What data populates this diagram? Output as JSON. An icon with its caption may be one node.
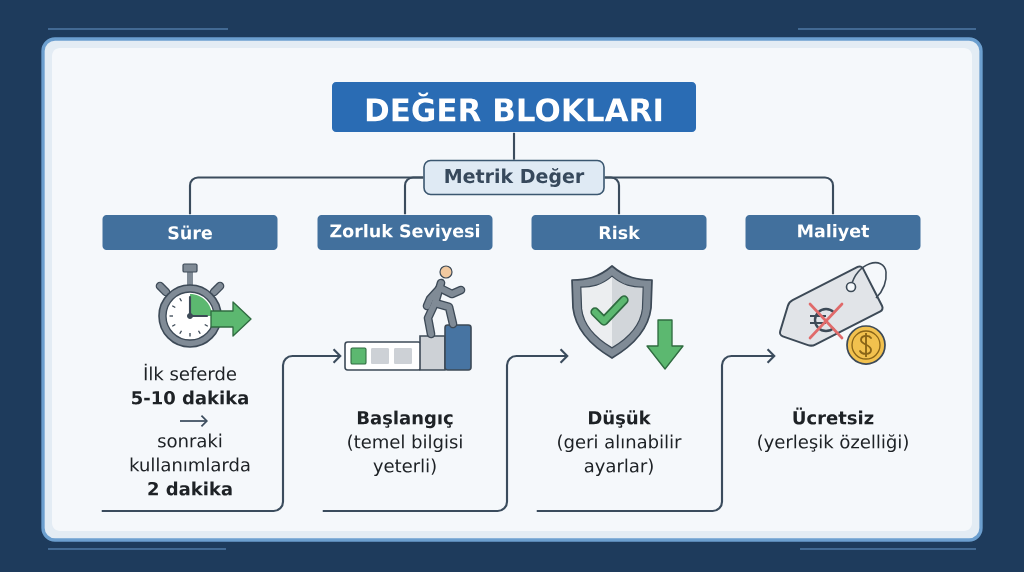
{
  "diagram": {
    "nodes": [
      {
        "text": [
          "DEĞER BLOKLARI"
        ]
      },
      {
        "text": [
          "Metrik Değer"
        ]
      },
      {
        "text": [
          "Süre"
        ]
      },
      {
        "text": [
          "Zorluk Seviyesi"
        ]
      },
      {
        "text": [
          "Risk"
        ]
      },
      {
        "text": [
          "Maliyet"
        ]
      },
      {
        "text": [
          "İlk seferde",
          "5-10 dakika",
          "sonraki kullanımlarda",
          "2 dakika"
        ]
      },
      {
        "text": [
          "Başlangıç",
          "(temel bilgisi yeterli)"
        ]
      },
      {
        "text": [
          "Düşük",
          "(geri alınabilir ayarlar)"
        ]
      },
      {
        "text": [
          "Ücretsiz",
          "(yerleşik özelliği)"
        ]
      }
    ],
    "edges": [
      {
        "from": 0,
        "to": 1,
        "arrow": "none"
      },
      {
        "from": 1,
        "to": 2,
        "arrow": "none"
      },
      {
        "from": 1,
        "to": 3,
        "arrow": "none"
      },
      {
        "from": 1,
        "to": 4,
        "arrow": "none"
      },
      {
        "from": 1,
        "to": 5,
        "arrow": "none"
      },
      {
        "from": 6,
        "to": 7,
        "arrow": "to"
      },
      {
        "from": 7,
        "to": 8,
        "arrow": "to"
      },
      {
        "from": 8,
        "to": 9,
        "arrow": "to"
      }
    ]
  }
}
